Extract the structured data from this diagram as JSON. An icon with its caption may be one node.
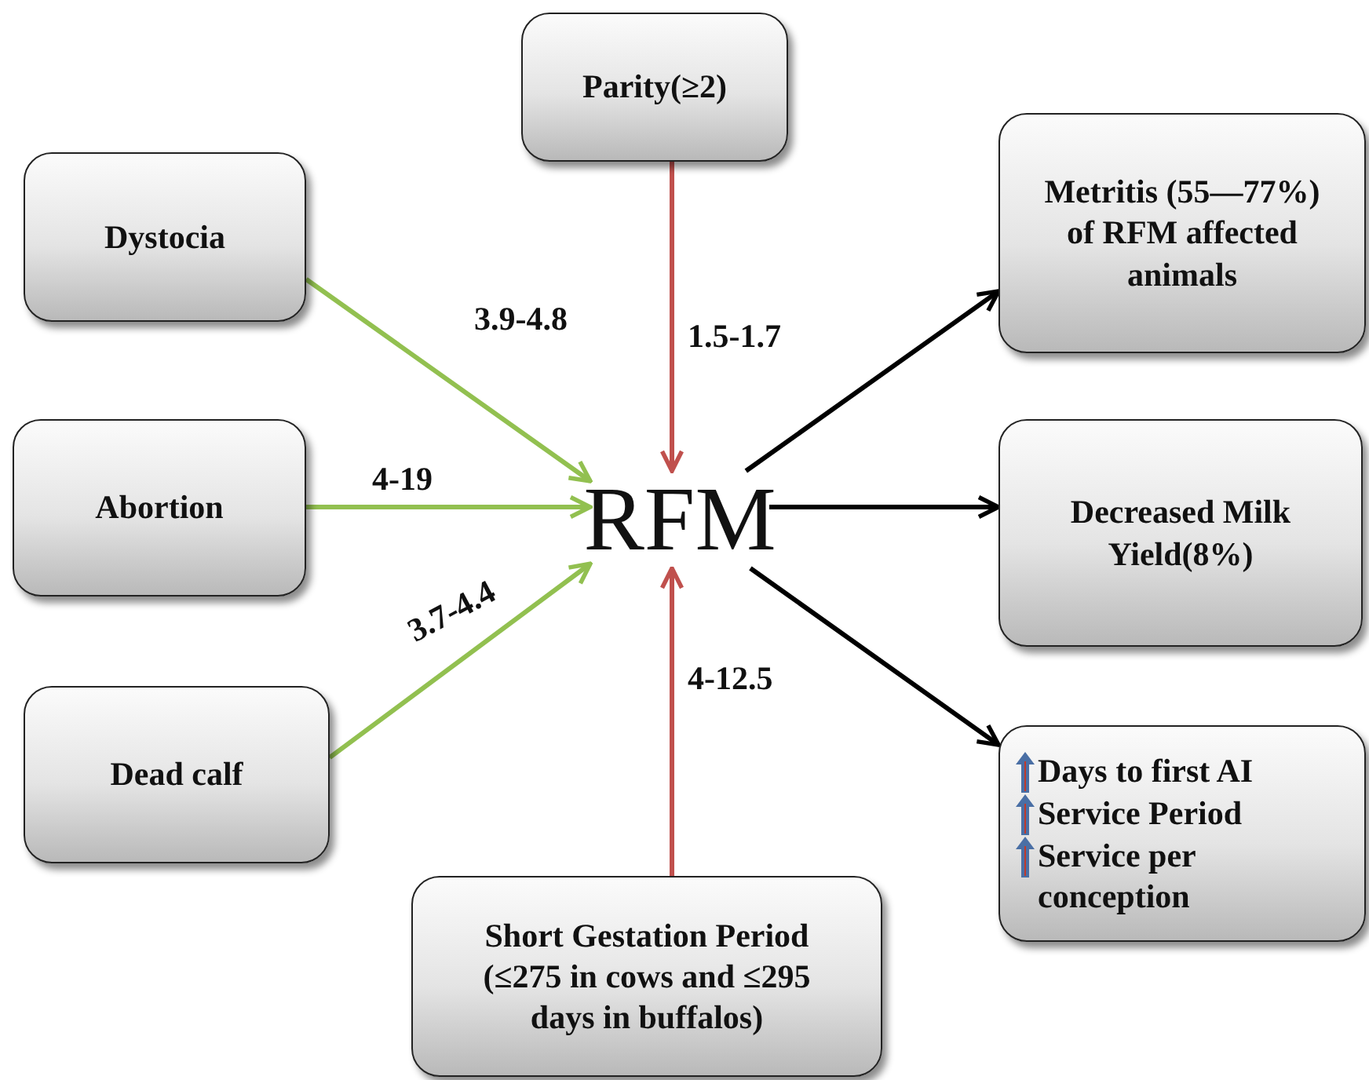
{
  "diagram": {
    "nodes": [
      {
        "text": [
          "Parity(≥2)"
        ]
      },
      {
        "text": [
          "Dystocia"
        ]
      },
      {
        "text": [
          "Metritis (55—77%) of RFM affected animals"
        ]
      },
      {
        "text": [
          "Abortion"
        ]
      },
      {
        "text": [
          "RFM"
        ]
      },
      {
        "text": [
          "Decreased Milk Yield(8%)"
        ]
      },
      {
        "text": [
          "Days to first AI",
          "Service Period",
          "Service per conception"
        ]
      },
      {
        "text": [
          "Dead calf"
        ]
      },
      {
        "text": [
          "Short Gestation Period (≤275 in cows and ≤295 days in buffalos)"
        ]
      }
    ],
    "edges": [
      {
        "from": 1,
        "to": 4,
        "arrow": "to",
        "label": "3.9-4.8",
        "color": "#92c050"
      },
      {
        "from": 0,
        "to": 4,
        "arrow": "to",
        "label": "1.5-1.7",
        "color": "#c0504d"
      },
      {
        "from": 3,
        "to": 4,
        "arrow": "to",
        "label": "4-19",
        "color": "#92c050"
      },
      {
        "from": 7,
        "to": 4,
        "arrow": "to",
        "label": "3.7-4.4",
        "color": "#92c050"
      },
      {
        "from": 8,
        "to": 4,
        "arrow": "to",
        "label": "4-12.5",
        "color": "#c0504d"
      },
      {
        "from": 4,
        "to": 2,
        "arrow": "to",
        "color": "#000000"
      },
      {
        "from": 4,
        "to": 5,
        "arrow": "to",
        "color": "#000000"
      },
      {
        "from": 4,
        "to": 6,
        "arrow": "to",
        "color": "#000000"
      }
    ]
  }
}
